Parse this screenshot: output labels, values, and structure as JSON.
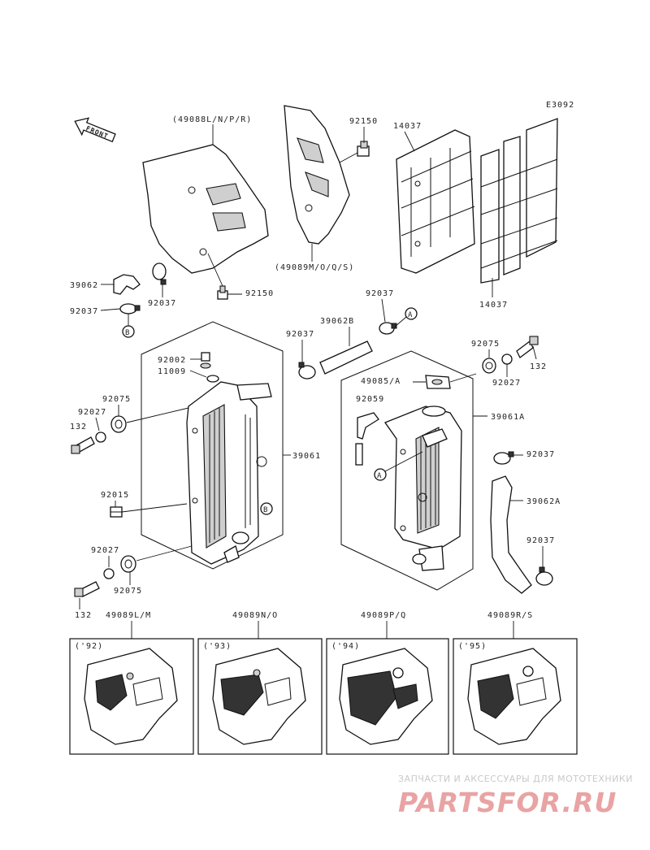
{
  "diagram_code": "E3092",
  "front_arrow": "FRONT",
  "parts": {
    "p49088": "(49088L/N/P/R)",
    "p49089_top": "(49089M/O/Q/S)",
    "p92150_top": "92150",
    "p14037_top": "14037",
    "p14037_bottom": "14037",
    "p39062": "39062",
    "p92037_left": "92037",
    "p92037_mid": "92037",
    "p92150_mid": "92150",
    "p92037_top_mid": "92037",
    "p39062B": "39062B",
    "p92037_hose": "92037",
    "p92002": "92002",
    "p11009": "11009",
    "p92075_right": "92075",
    "p132_right": "132",
    "p92027_right": "92027",
    "p49085A": "49085/A",
    "p92059": "92059",
    "p39061A": "39061A",
    "p92075_left": "92075",
    "p92027_left": "92027",
    "p132_left": "132",
    "p39061": "39061",
    "p92037_right_a": "92037",
    "p39062A": "39062A",
    "p92015": "92015",
    "p92037_right_b": "92037",
    "p92027_low": "92027",
    "p92075_low": "92075",
    "p132_low": "132"
  },
  "callouts": {
    "a1": "A",
    "a2": "A",
    "b1": "B",
    "b2": "B"
  },
  "variants": [
    {
      "part": "49089L/M",
      "year": "('92)"
    },
    {
      "part": "49089N/O",
      "year": "('93)"
    },
    {
      "part": "49089P/Q",
      "year": "('94)"
    },
    {
      "part": "49089R/S",
      "year": "('95)"
    }
  ],
  "watermark": {
    "tagline": "ЗАПЧАСТИ И АКСЕССУАРЫ ДЛЯ МОТОТЕХНИКИ",
    "brand": "PARTSFOR.RU",
    "color": "#e9a3a3"
  }
}
